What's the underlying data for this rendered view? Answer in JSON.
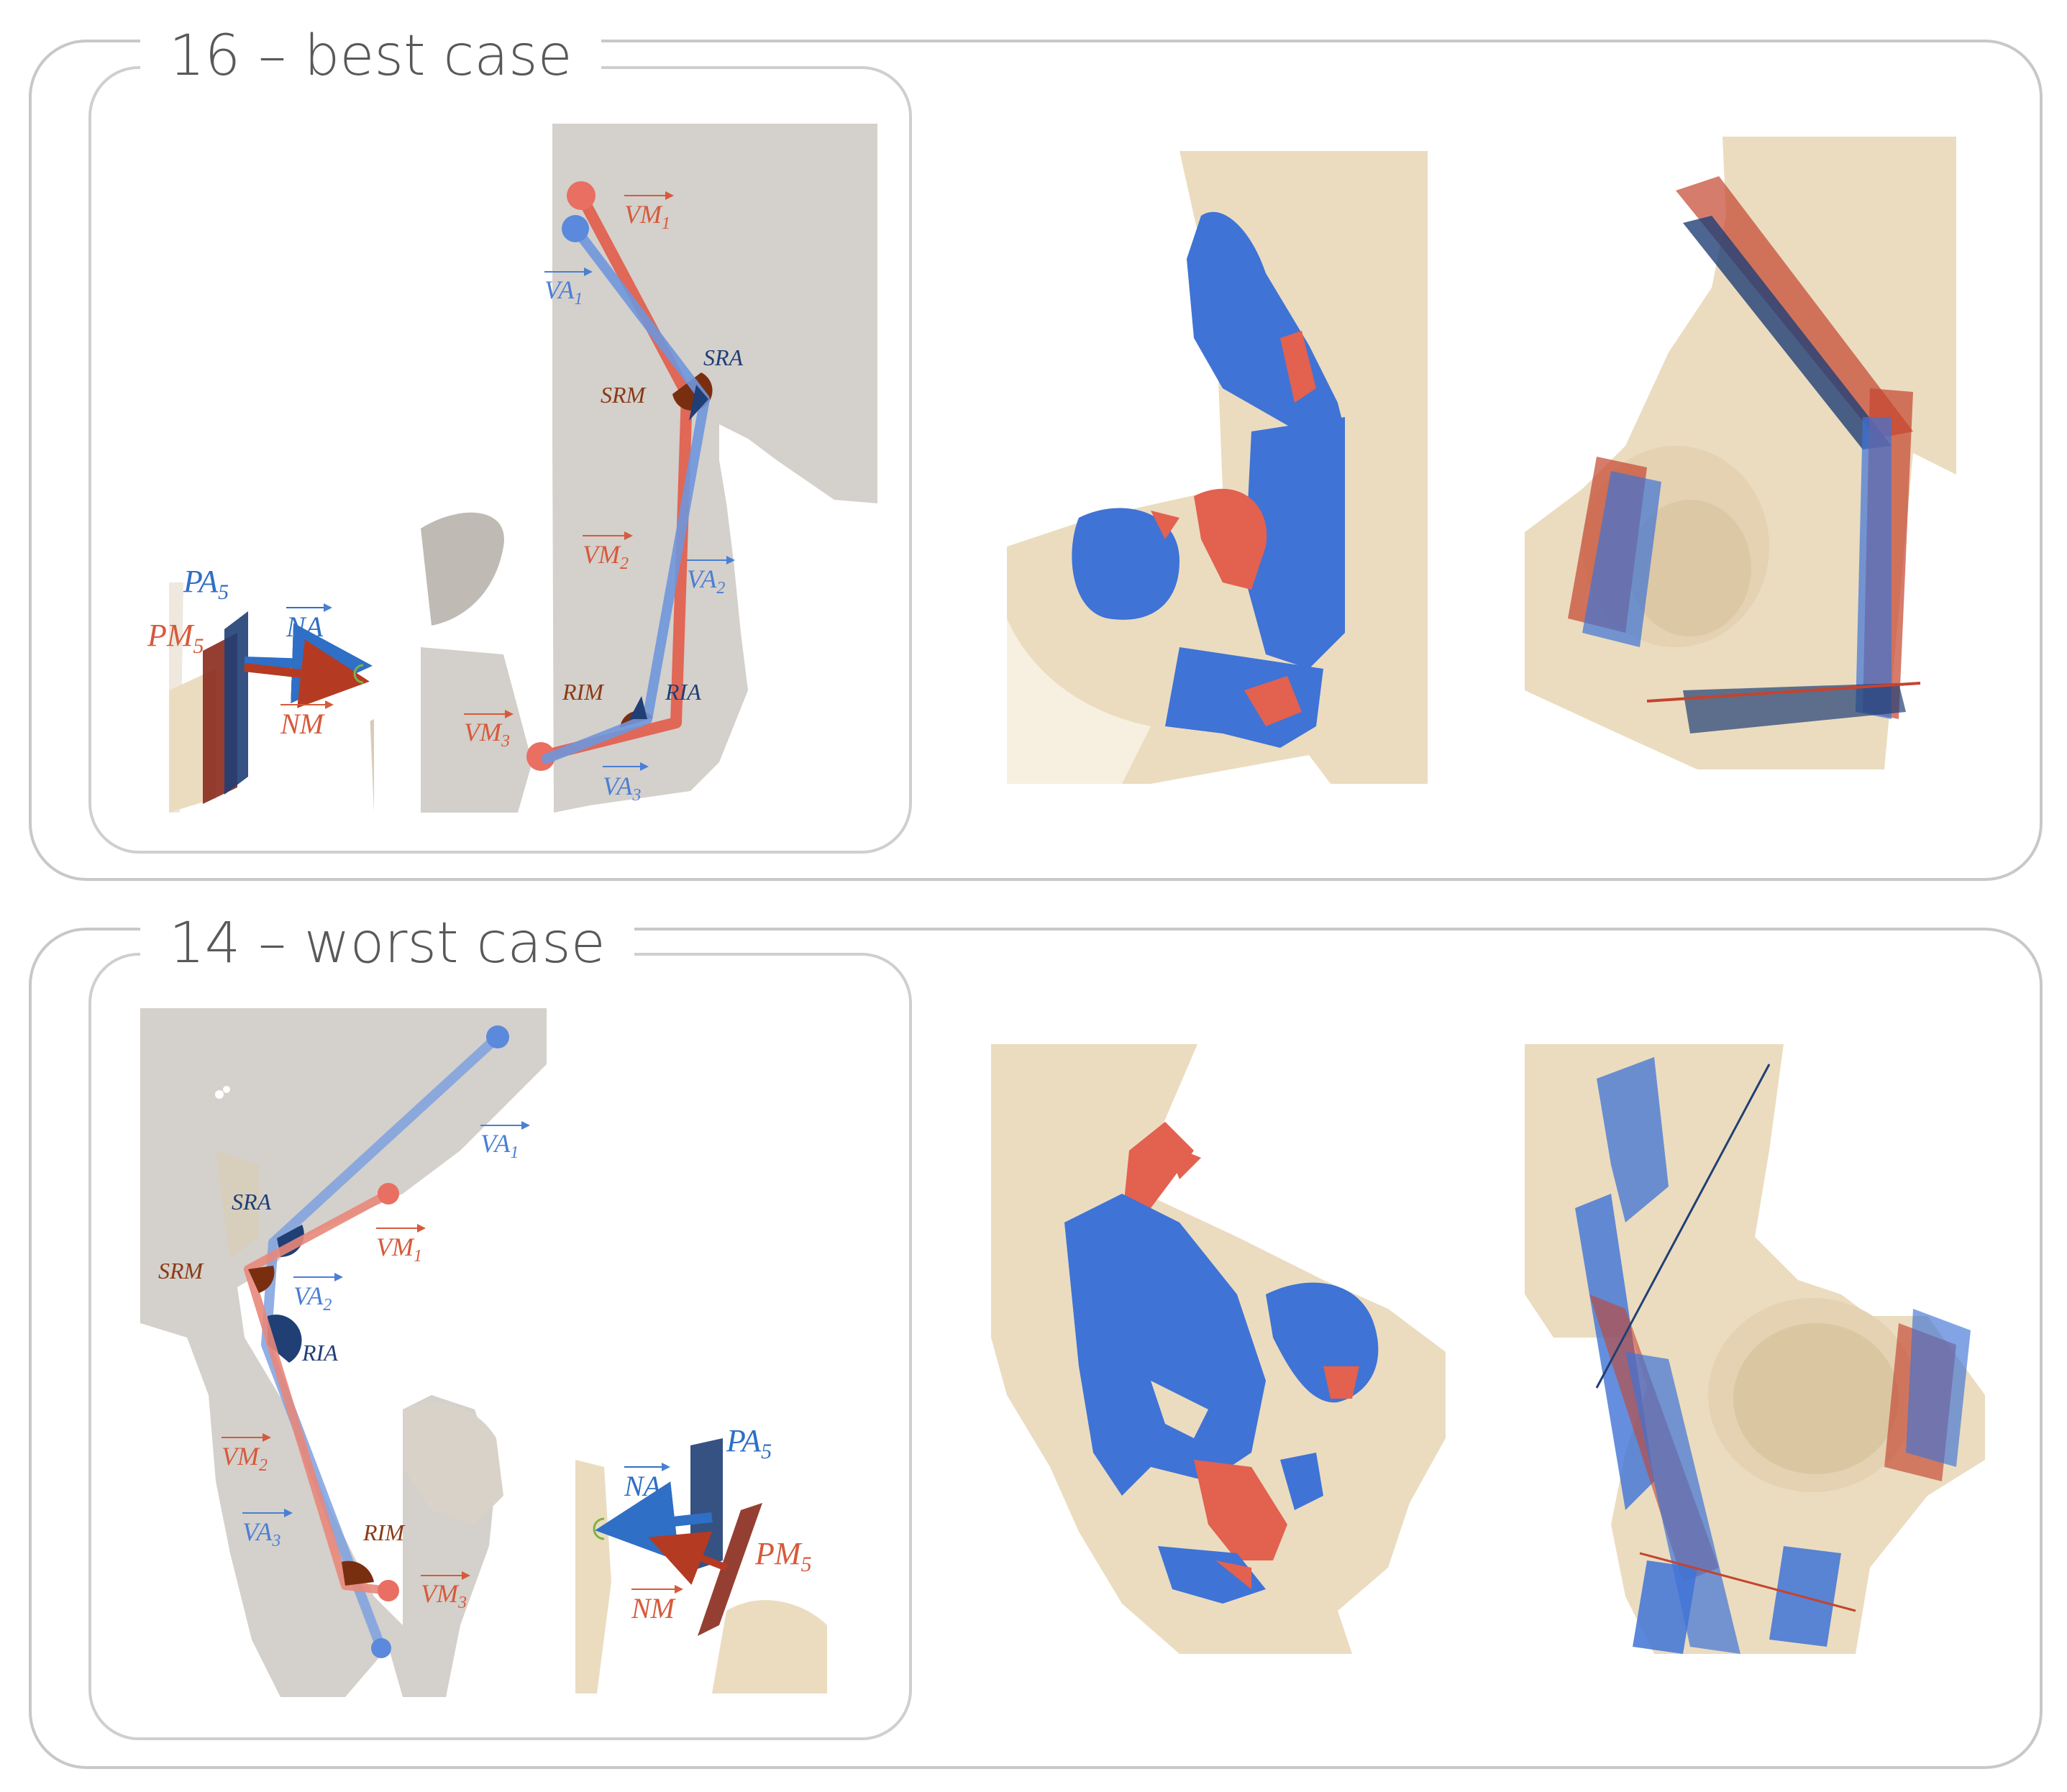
{
  "colors": {
    "measured": "#e2614f",
    "actual": "#4a7fd4",
    "bone": "#ebdcc0",
    "bone_grey": "#cfcbc5",
    "dark_red": "#8a2a1d",
    "dark_blue": "#1f3f75"
  },
  "best": {
    "title": "16 – best case",
    "labels": {
      "vm1": "VM",
      "vm1_sub": "1",
      "va1": "VA",
      "va1_sub": "1",
      "sra": "SRA",
      "srm": "SRM",
      "vm2": "VM",
      "vm2_sub": "2",
      "va2": "VA",
      "va2_sub": "2",
      "rim": "RIM",
      "ria": "RIA",
      "vm3": "VM",
      "vm3_sub": "3",
      "va3": "VA",
      "va3_sub": "3",
      "pa5": "PA",
      "pa5_sub": "5",
      "pm5": "PM",
      "pm5_sub": "5",
      "na": "NA",
      "nm": "NM"
    }
  },
  "worst": {
    "title": "14 – worst case",
    "labels": {
      "va1": "VA",
      "va1_sub": "1",
      "sra": "SRA",
      "srm": "SRM",
      "vm1": "VM",
      "vm1_sub": "1",
      "va2": "VA",
      "va2_sub": "2",
      "ria": "RIA",
      "vm2": "VM",
      "vm2_sub": "2",
      "va3": "VA",
      "va3_sub": "3",
      "rim": "RIM",
      "vm3": "VM",
      "vm3_sub": "3",
      "pa5": "PA",
      "pa5_sub": "5",
      "na": "NA",
      "pm5": "PM",
      "pm5_sub": "5",
      "nm": "NM"
    }
  }
}
